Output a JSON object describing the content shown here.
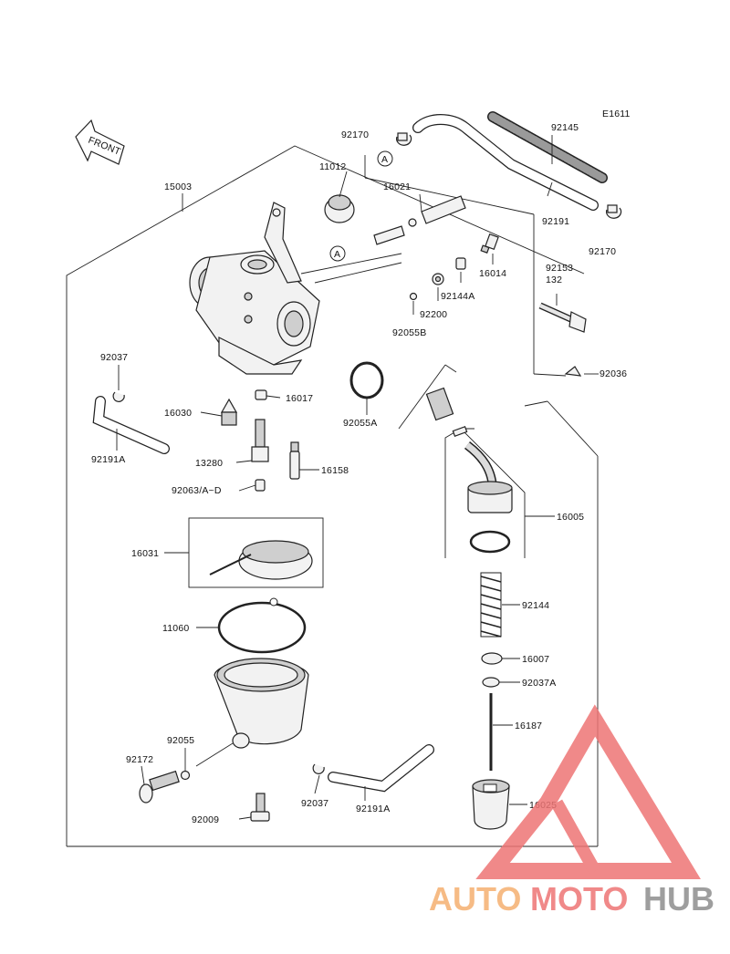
{
  "code": "E1611",
  "front_label": "FRONT",
  "circle_ref": "A",
  "parts": [
    {
      "id": "p15003",
      "text": "15003"
    },
    {
      "id": "p11012",
      "text": "11012"
    },
    {
      "id": "p92170a",
      "text": "92170"
    },
    {
      "id": "p92145",
      "text": "92145"
    },
    {
      "id": "p16021",
      "text": "16021"
    },
    {
      "id": "p92191",
      "text": "92191"
    },
    {
      "id": "p92170b",
      "text": "92170"
    },
    {
      "id": "p16014",
      "text": "16014"
    },
    {
      "id": "p92153",
      "text": "92153"
    },
    {
      "id": "p132",
      "text": "132"
    },
    {
      "id": "p92144A",
      "text": "92144A"
    },
    {
      "id": "p92200",
      "text": "92200"
    },
    {
      "id": "p92055B",
      "text": "92055B"
    },
    {
      "id": "p92037a",
      "text": "92037"
    },
    {
      "id": "p92036",
      "text": "92036"
    },
    {
      "id": "p16017",
      "text": "16017"
    },
    {
      "id": "p16030",
      "text": "16030"
    },
    {
      "id": "p92055A",
      "text": "92055A"
    },
    {
      "id": "p92191A_a",
      "text": "92191A"
    },
    {
      "id": "p13280",
      "text": "13280"
    },
    {
      "id": "p16158",
      "text": "16158"
    },
    {
      "id": "p92063",
      "text": "92063/A~D"
    },
    {
      "id": "p16005",
      "text": "16005"
    },
    {
      "id": "p16031",
      "text": "16031"
    },
    {
      "id": "p92144",
      "text": "92144"
    },
    {
      "id": "p11060",
      "text": "11060"
    },
    {
      "id": "p16007",
      "text": "16007"
    },
    {
      "id": "p92037A",
      "text": "92037A"
    },
    {
      "id": "p16187",
      "text": "16187"
    },
    {
      "id": "p92055",
      "text": "92055"
    },
    {
      "id": "p92172",
      "text": "92172"
    },
    {
      "id": "p92037b",
      "text": "92037"
    },
    {
      "id": "p92191A_b",
      "text": "92191A"
    },
    {
      "id": "p16025",
      "text": "16025"
    },
    {
      "id": "p92009",
      "text": "92009"
    }
  ],
  "watermark": {
    "part1": "AUTO",
    "part2": "MOTO",
    "part3": "HUB",
    "color_orange": "#f5b070",
    "color_red": "#ee7575",
    "color_gray": "#8e8e8e"
  }
}
